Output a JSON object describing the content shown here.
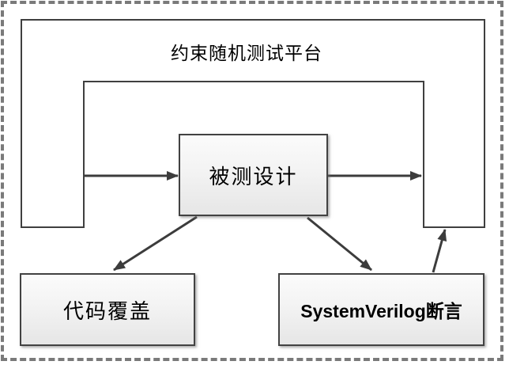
{
  "diagram": {
    "title": "约束随机测试平台",
    "nodes": {
      "platform": {
        "label": "约束随机测试平台",
        "type": "container-ring"
      },
      "dut": {
        "label": "被测设计",
        "type": "box"
      },
      "code_coverage": {
        "label": "代码覆盖",
        "type": "box"
      },
      "sv_assertion": {
        "label": "SystemVerilog断言",
        "type": "box"
      }
    },
    "edges": [
      {
        "from": "platform",
        "to": "dut",
        "side": "left-horizontal"
      },
      {
        "from": "dut",
        "to": "platform",
        "side": "right-horizontal"
      },
      {
        "from": "dut",
        "to": "code_coverage",
        "side": "diagonal-down-left"
      },
      {
        "from": "dut",
        "to": "sv_assertion",
        "side": "diagonal-down-right"
      },
      {
        "from": "sv_assertion",
        "to": "platform",
        "side": "up"
      }
    ],
    "colors": {
      "line": "#3f3f3f",
      "arrow": "#3c3c3c",
      "dashed_frame": "#7a7a7a",
      "box_border": "#424242",
      "box_fill_top": "#fbfbfb",
      "box_fill_bottom": "#e6e6e6",
      "text": "#000000",
      "background": "#ffffff"
    }
  }
}
